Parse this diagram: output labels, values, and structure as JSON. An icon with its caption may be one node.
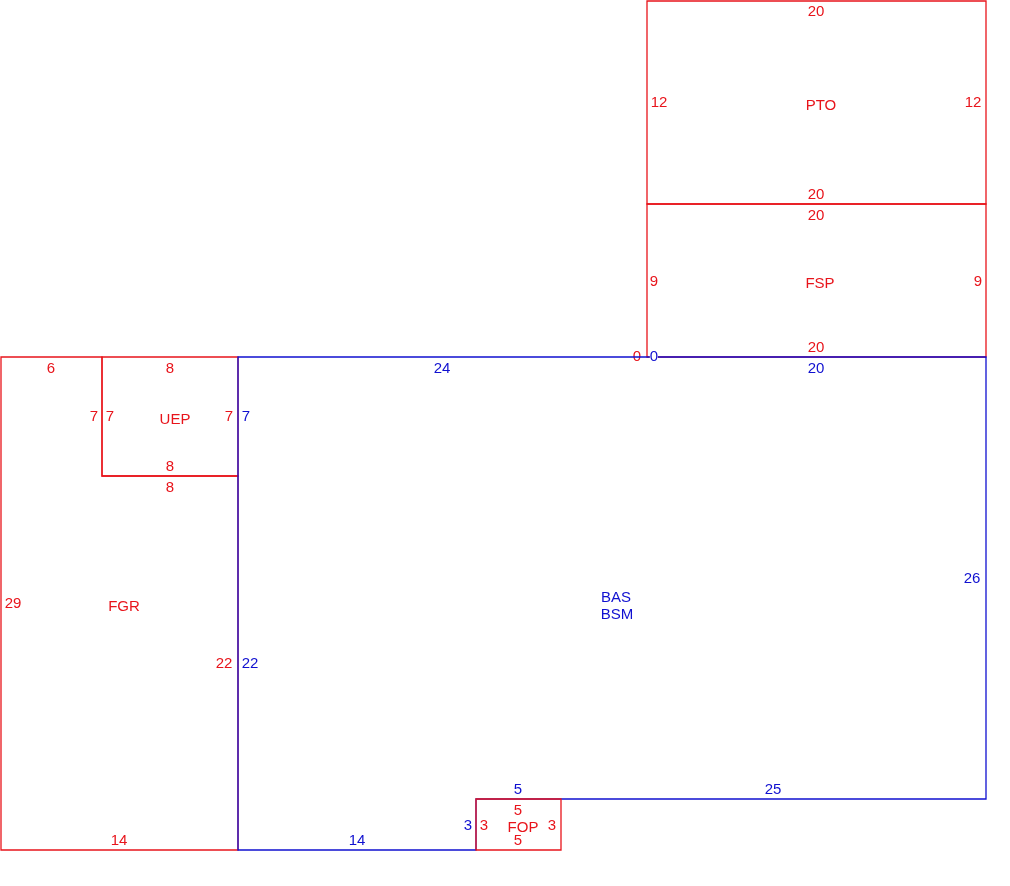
{
  "diagram": {
    "nodes": [
      {
        "text": [
          "PTO",
          "20",
          "12",
          "12",
          "20"
        ]
      },
      {
        "text": [
          "FSP",
          "20",
          "9",
          "9",
          "20"
        ],
        "beside": [
          "0"
        ]
      },
      {
        "text": [
          "FGR",
          "6",
          "7",
          "8",
          "29",
          "22",
          "14"
        ]
      },
      {
        "text": [
          "UEP",
          "8",
          "7",
          "7",
          "8"
        ]
      },
      {
        "text": [
          "BAS",
          "BSM",
          "24",
          "20",
          "7",
          "26",
          "22",
          "5",
          "25",
          "3",
          "14"
        ],
        "beside": [
          "0"
        ]
      },
      {
        "text": [
          "FOP",
          "5",
          "3",
          "3",
          "5"
        ]
      }
    ]
  }
}
